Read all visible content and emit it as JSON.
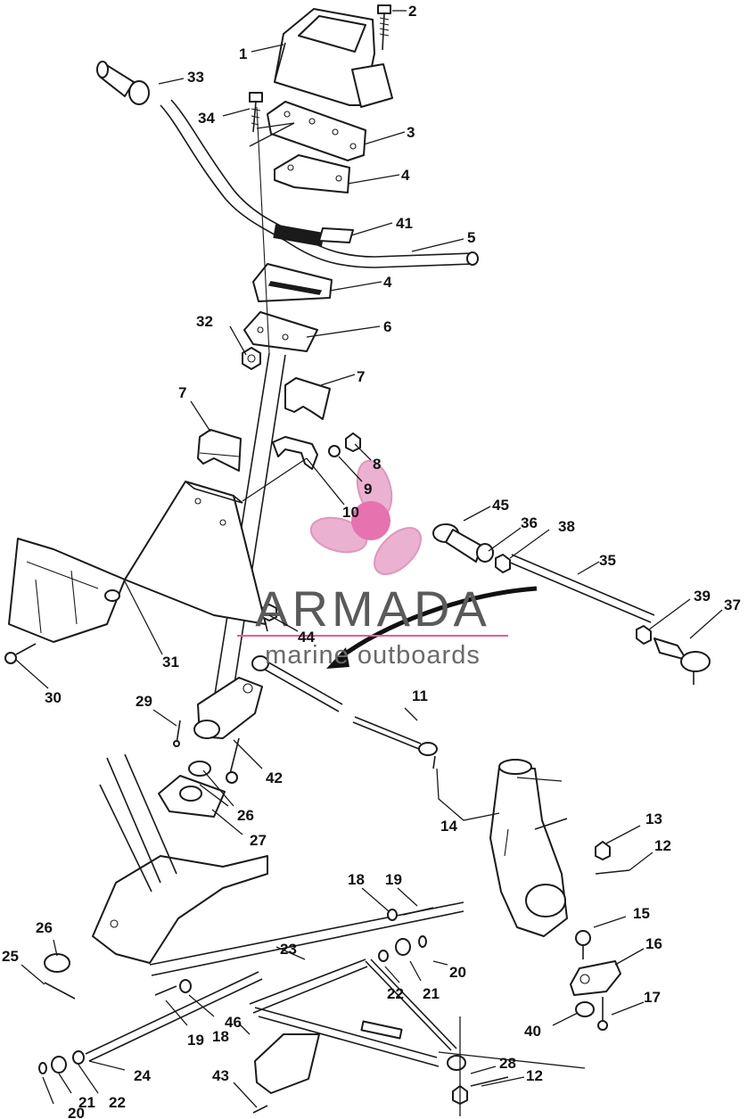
{
  "watermark": {
    "brand": "ARMADA",
    "tagline": "marine outboards",
    "accent_color": "#e25aa3",
    "icon": "propeller-icon"
  },
  "callouts": [
    {
      "id": "c1",
      "label": "1"
    },
    {
      "id": "c2",
      "label": "2"
    },
    {
      "id": "c3",
      "label": "3"
    },
    {
      "id": "c4a",
      "label": "4"
    },
    {
      "id": "c4b",
      "label": "4"
    },
    {
      "id": "c5",
      "label": "5"
    },
    {
      "id": "c6",
      "label": "6"
    },
    {
      "id": "c7a",
      "label": "7"
    },
    {
      "id": "c7b",
      "label": "7"
    },
    {
      "id": "c8",
      "label": "8"
    },
    {
      "id": "c9",
      "label": "9"
    },
    {
      "id": "c10",
      "label": "10"
    },
    {
      "id": "c11",
      "label": "11"
    },
    {
      "id": "c12a",
      "label": "12"
    },
    {
      "id": "c12b",
      "label": "12"
    },
    {
      "id": "c13",
      "label": "13"
    },
    {
      "id": "c14",
      "label": "14"
    },
    {
      "id": "c15",
      "label": "15"
    },
    {
      "id": "c16",
      "label": "16"
    },
    {
      "id": "c17",
      "label": "17"
    },
    {
      "id": "c18a",
      "label": "18"
    },
    {
      "id": "c18b",
      "label": "18"
    },
    {
      "id": "c19a",
      "label": "19"
    },
    {
      "id": "c19b",
      "label": "19"
    },
    {
      "id": "c20a",
      "label": "20"
    },
    {
      "id": "c20b",
      "label": "20"
    },
    {
      "id": "c21a",
      "label": "21"
    },
    {
      "id": "c21b",
      "label": "21"
    },
    {
      "id": "c22a",
      "label": "22"
    },
    {
      "id": "c22b",
      "label": "22"
    },
    {
      "id": "c23",
      "label": "23"
    },
    {
      "id": "c24",
      "label": "24"
    },
    {
      "id": "c25",
      "label": "25"
    },
    {
      "id": "c26a",
      "label": "26"
    },
    {
      "id": "c26b",
      "label": "26"
    },
    {
      "id": "c27",
      "label": "27"
    },
    {
      "id": "c28",
      "label": "28"
    },
    {
      "id": "c29",
      "label": "29"
    },
    {
      "id": "c30",
      "label": "30"
    },
    {
      "id": "c31",
      "label": "31"
    },
    {
      "id": "c32",
      "label": "32"
    },
    {
      "id": "c33",
      "label": "33"
    },
    {
      "id": "c34",
      "label": "34"
    },
    {
      "id": "c35",
      "label": "35"
    },
    {
      "id": "c36",
      "label": "36"
    },
    {
      "id": "c37",
      "label": "37"
    },
    {
      "id": "c38",
      "label": "38"
    },
    {
      "id": "c39",
      "label": "39"
    },
    {
      "id": "c40",
      "label": "40"
    },
    {
      "id": "c41",
      "label": "41"
    },
    {
      "id": "c42",
      "label": "42"
    },
    {
      "id": "c43",
      "label": "43"
    },
    {
      "id": "c44",
      "label": "44"
    },
    {
      "id": "c45",
      "label": "45"
    },
    {
      "id": "c46",
      "label": "46"
    }
  ]
}
